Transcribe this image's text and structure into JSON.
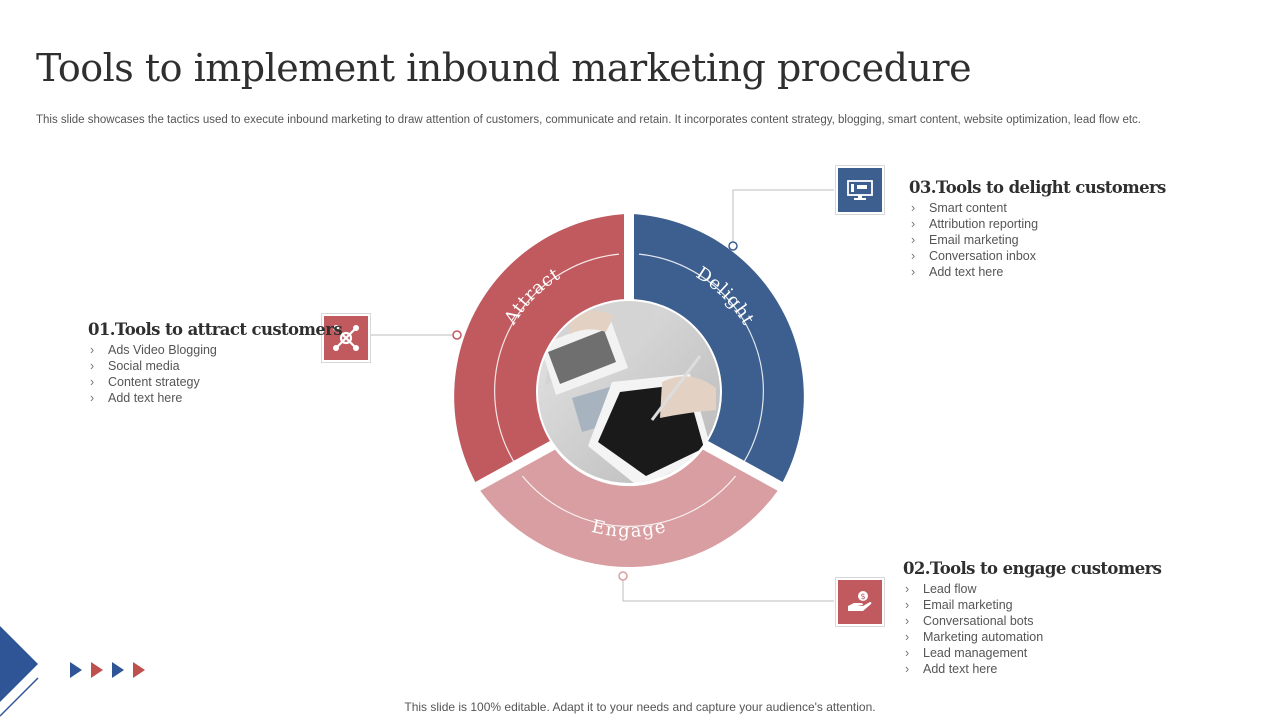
{
  "title": "Tools to implement inbound marketing procedure",
  "subtitle": "This slide showcases the tactics used to execute inbound marketing to draw attention of customers, communicate and retain. It incorporates content strategy, blogging, smart content, website optimization, lead flow etc.",
  "colors": {
    "attract": "#c05a5f",
    "delight": "#3c5f8f",
    "engage": "#d89ea1",
    "arrow_blue": "#2f5597",
    "arrow_red": "#c0504d"
  },
  "ring": {
    "attract_label": "Attract",
    "delight_label": "Delight",
    "engage_label": "Engage",
    "center_image": "laptop-and-tablet-photo"
  },
  "sections": {
    "attract": {
      "heading": "01.Tools to attract customers",
      "icon": "network-icon",
      "items": [
        "Ads Video Blogging",
        "Social media",
        "Content strategy",
        "Add text here"
      ]
    },
    "engage": {
      "heading": "02.Tools to engage customers",
      "icon": "hand-coin-icon",
      "items": [
        "Lead flow",
        "Email marketing",
        "Conversational  bots",
        "Marketing automation",
        "Lead management",
        "Add text here"
      ]
    },
    "delight": {
      "heading": "03.Tools to delight customers",
      "icon": "monitor-icon",
      "items": [
        "Smart content",
        "Attribution reporting",
        "Email marketing",
        "Conversation  inbox",
        "Add text here"
      ]
    }
  },
  "footer": "This slide is 100% editable. Adapt it to your needs and capture your audience's attention."
}
